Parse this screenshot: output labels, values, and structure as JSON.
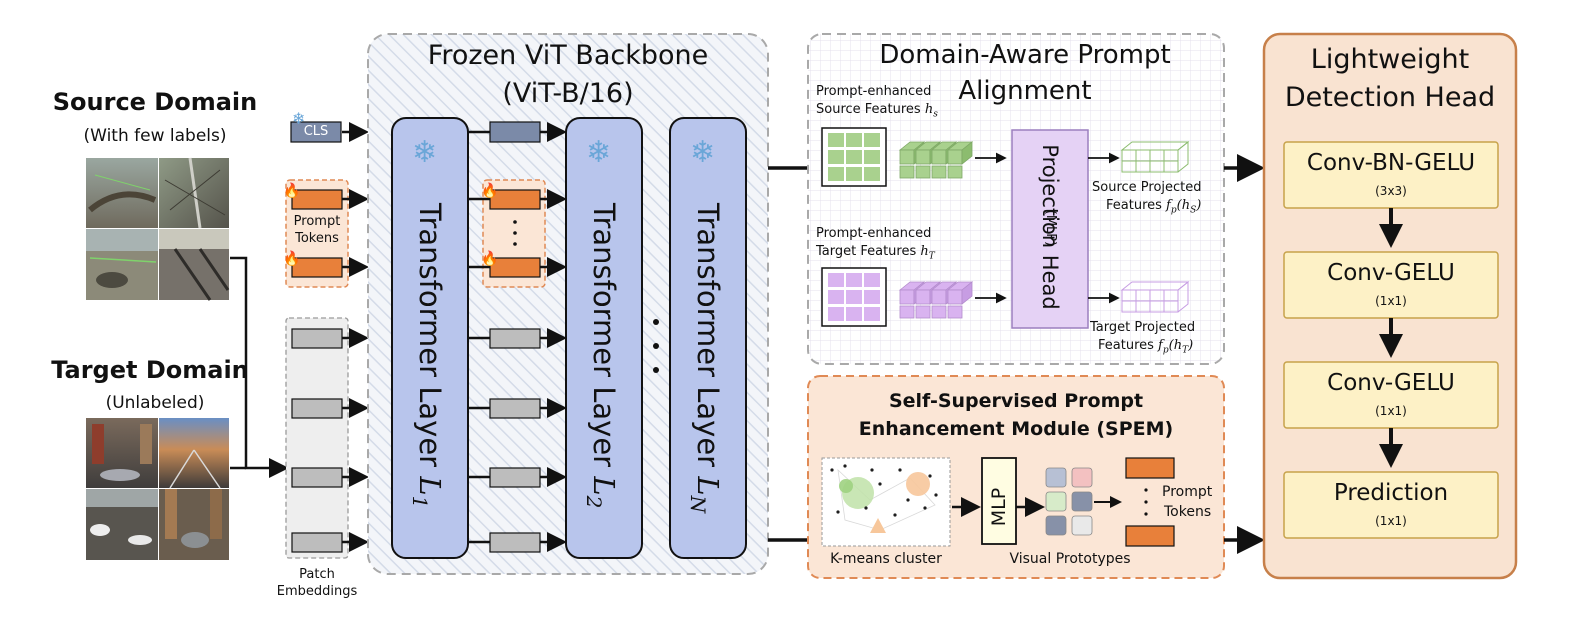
{
  "source": {
    "title": "Source Domain",
    "subtitle": "(With few labels)"
  },
  "target": {
    "title": "Target Domain",
    "subtitle": "(Unlabeled)"
  },
  "tokens": {
    "cls": "CLS",
    "prompt_label": "Prompt\nTokens",
    "patch_label": "Patch\nEmbeddings"
  },
  "backbone": {
    "title_line1": "Frozen ViT Backbone",
    "title_line2": "(ViT-B/16)",
    "layer_label": "Transformer Layer",
    "layer_subscripts": [
      "1",
      "2",
      "N"
    ]
  },
  "alignment": {
    "title_line1": "Domain-Aware Prompt",
    "title_line2": "Alignment",
    "src_feat_line1": "Prompt-enhanced",
    "src_feat_line2": "Source Features",
    "src_feat_sym": "h",
    "src_feat_sub": "s",
    "tgt_feat_line1": "Prompt-enhanced",
    "tgt_feat_line2": "Target Features",
    "tgt_feat_sym": "h",
    "tgt_feat_sub": "T",
    "proj_head": "Projection Head",
    "proj_mlp": "(MLP)",
    "src_proj_line1": "Source Projected",
    "src_proj_line2": "Features",
    "src_proj_sym": "f",
    "src_proj_sub": "p",
    "src_proj_arg": "(h",
    "src_proj_arg_sub": "S",
    "tgt_proj_line1": "Target Projected",
    "tgt_proj_line2": "Features",
    "tgt_proj_sym": "f",
    "tgt_proj_sub": "p",
    "tgt_proj_arg": "(h",
    "tgt_proj_arg_sub": "T",
    "close_paren": ")"
  },
  "spem": {
    "title_line1": "Self-Supervised Prompt",
    "title_line2": "Enhancement Module (SPEM)",
    "kmeans": "K-means cluster",
    "mlp": "MLP",
    "prototypes": "Visual Prototypes",
    "prompt_tokens_line1": "Prompt",
    "prompt_tokens_line2": "Tokens"
  },
  "head": {
    "title_line1": "Lightweight",
    "title_line2": "Detection Head",
    "blocks": [
      {
        "name": "Conv-BN-GELU",
        "kernel": "(3x3)"
      },
      {
        "name": "Conv-GELU",
        "kernel": "(1x1)"
      },
      {
        "name": "Conv-GELU",
        "kernel": "(1x1)"
      },
      {
        "name": "Prediction",
        "kernel": "(1x1)"
      }
    ]
  },
  "colors": {
    "transformer_fill": "#b8c5ec",
    "head_panel_fill": "#f9e3d1",
    "head_block_fill": "#fdf1c6",
    "prompt_token": "#e8803a",
    "patch_token": "#bdbdbd",
    "cls_token": "#7b8aa8",
    "source_green": "#a9d18e",
    "target_purple": "#d9b3f0",
    "proj_head_fill": "#e5d2f5"
  }
}
